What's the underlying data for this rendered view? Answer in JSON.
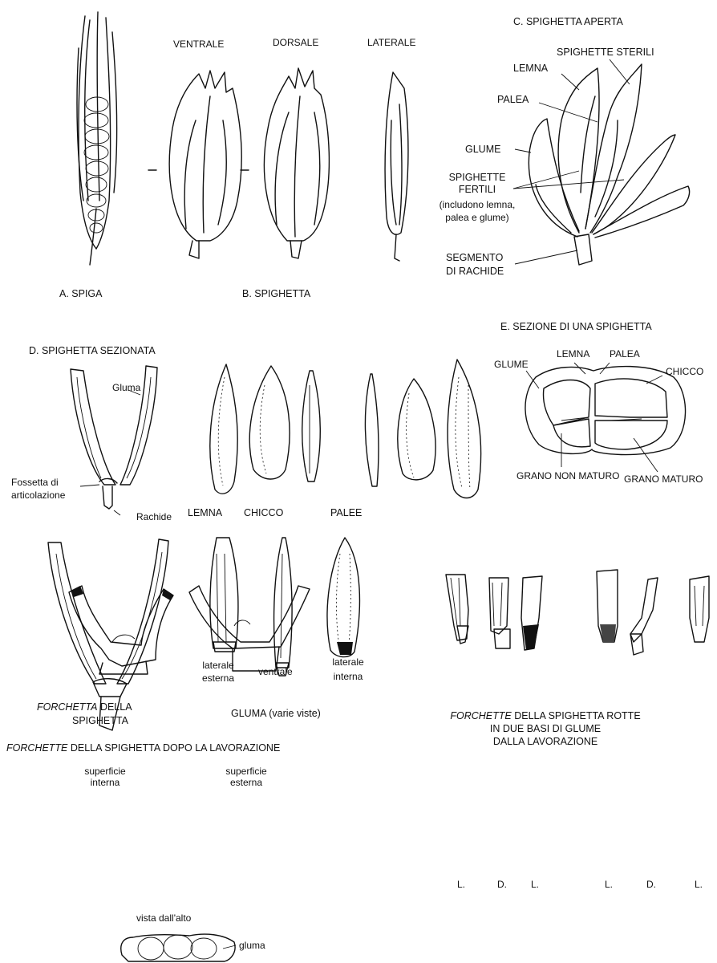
{
  "panelA": {
    "caption": "A. SPIGA"
  },
  "panelB": {
    "caption": "B. SPIGHETTA",
    "views": [
      "VENTRALE",
      "DORSALE",
      "LATERALE"
    ]
  },
  "panelC": {
    "title": "C. SPIGHETTA APERTA",
    "labels": {
      "spighette_sterili": "SPIGHETTE STERILI",
      "lemna": "LEMNA",
      "palea": "PALEA",
      "glume": "GLUME",
      "spighette_fertili_1": "SPIGHETTE",
      "spighette_fertili_2": "FERTILI",
      "fertili_note_1": "(includono lemna,",
      "fertili_note_2": "palea e glume)",
      "segmento_1": "SEGMENTO",
      "segmento_2": "DI RACHIDE"
    }
  },
  "panelD": {
    "title": "D.  SPIGHETTA SEZIONATA",
    "labels": {
      "gluma": "Gluma",
      "fossetta_1": "Fossetta di",
      "fossetta_2": "articolazione",
      "rachide": "Rachide",
      "lemna": "LEMNA",
      "chicco": "CHICCO",
      "palee": "PALEE",
      "laterale_esterna_1": "laterale",
      "laterale_esterna_2": "esterna",
      "ventrale": "ventrale",
      "laterale_interna_1": "laterale",
      "laterale_interna_2": "interna",
      "forchetta_italic": "FORCHETTA",
      "forchetta_rest_1": " DELLA",
      "forchetta_rest_2": "SPIGHETTA",
      "gluma_views": "GLUMA (varie viste)"
    }
  },
  "panelE": {
    "title": "E. SEZIONE DI UNA SPIGHETTA",
    "labels": {
      "glume": "GLUME",
      "lemna": "LEMNA",
      "palea": "PALEA",
      "chicco": "CHICCO",
      "grano_non_maturo": "GRANO NON MATURO",
      "grano_maturo": "GRANO MATURO"
    }
  },
  "after": {
    "title_italic": "FORCHETTE",
    "title_rest": " DELLA SPIGHETTA DOPO LA LAVORAZIONE",
    "superficie_interna_1": "superficie",
    "superficie_interna_2": "interna",
    "superficie_esterna_1": "superficie",
    "superficie_esterna_2": "esterna",
    "vista": "vista dall'alto",
    "gluma": "gluma"
  },
  "broken": {
    "title_italic": "FORCHETTE",
    "title_rest_1": " DELLA SPIGHETTA ROTTE",
    "title_2": "IN DUE BASI DI GLUME",
    "title_3": "DALLA LAVORAZIONE",
    "letters": [
      "L.",
      "D.",
      "L.",
      "L.",
      "D.",
      "L."
    ]
  }
}
